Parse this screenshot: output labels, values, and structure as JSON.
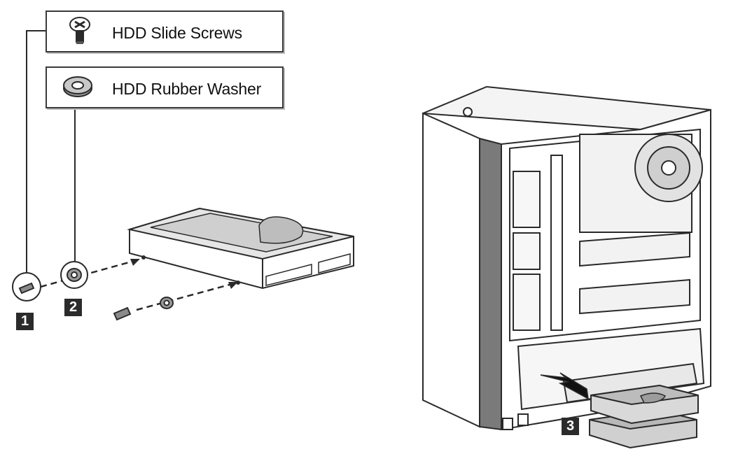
{
  "labels": {
    "slide_screws": "HDD Slide Screws",
    "rubber_washer": "HDD Rubber Washer"
  },
  "steps": [
    "1",
    "2",
    "3"
  ],
  "icons": {
    "screw": "slide-screw-icon",
    "washer": "rubber-washer-icon"
  },
  "colors": {
    "line": "#2a2a2a",
    "step_bg": "#2b2b2b",
    "hdd_fill": "#d9d9d9",
    "case_fill": "#efefef"
  }
}
